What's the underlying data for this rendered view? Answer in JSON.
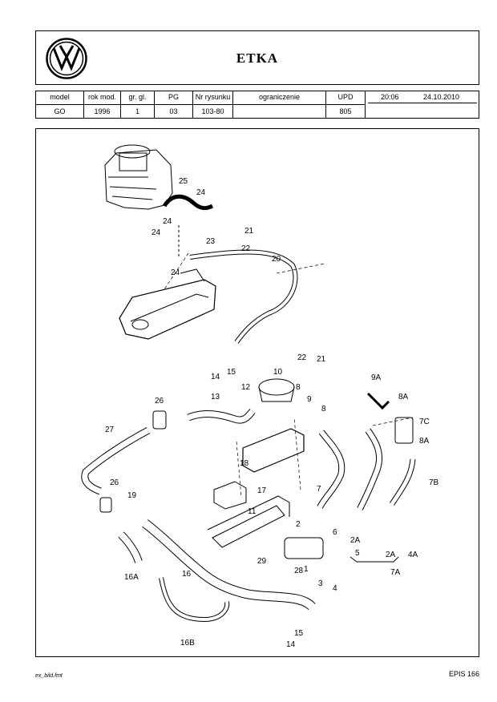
{
  "header": {
    "app_title": "ETKA",
    "logo_icon": "vw-logo-icon"
  },
  "info_table": {
    "columns": [
      {
        "label": "model",
        "value": "GO"
      },
      {
        "label": "rok mod.",
        "value": "1996"
      },
      {
        "label": "gr. gl.",
        "value": "1"
      },
      {
        "label": "PG",
        "value": "03"
      },
      {
        "label": "Nr rysunku",
        "value": "103-80"
      },
      {
        "label": "ograniczenie",
        "value": ""
      },
      {
        "label": "UPD",
        "value": "805"
      }
    ],
    "time": "20:06",
    "date": "24.10.2010"
  },
  "diagram": {
    "callouts": [
      "25",
      "24",
      "24",
      "24",
      "21",
      "23",
      "22",
      "24",
      "20",
      "22",
      "21",
      "14",
      "15",
      "10",
      "9A",
      "8A",
      "8",
      "9",
      "8",
      "7C",
      "12",
      "13",
      "26",
      "27",
      "8A",
      "18",
      "7B",
      "7",
      "26",
      "19",
      "17",
      "11",
      "2",
      "6",
      "2A",
      "5",
      "16A",
      "16",
      "29",
      "28",
      "1",
      "3",
      "4",
      "2A",
      "4A",
      "7A",
      "16B",
      "14",
      "15"
    ]
  },
  "footer": {
    "left": "ex_bild.fmt",
    "right": "EPIS 166"
  }
}
